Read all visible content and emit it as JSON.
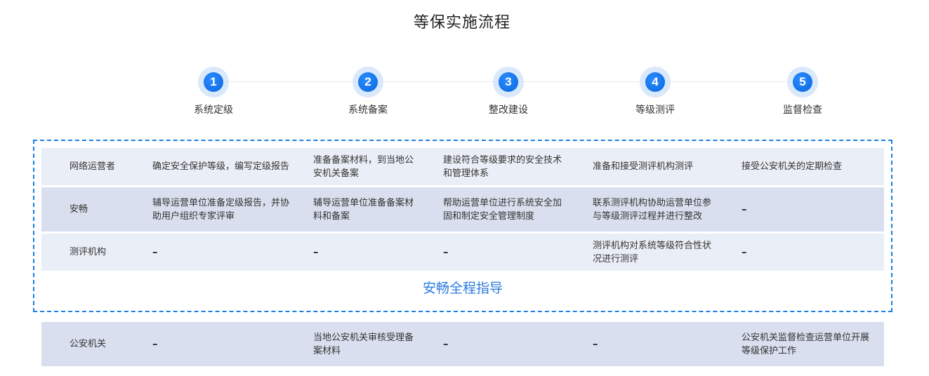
{
  "title": "等保实施流程",
  "accent_color": "#1e7fe0",
  "steps": [
    {
      "num": "1",
      "label": "系统定级"
    },
    {
      "num": "2",
      "label": "系统备案"
    },
    {
      "num": "3",
      "label": "整改建设"
    },
    {
      "num": "4",
      "label": "等级测评"
    },
    {
      "num": "5",
      "label": "监督检查"
    }
  ],
  "rows": [
    {
      "role": "网络运营者",
      "cells": [
        "确定安全保护等级，编写定级报告",
        "准备备案材料，到当地公安机关备案",
        "建设符合等级要求的安全技术和管理体系",
        "准备和接受测评机构测评",
        "接受公安机关的定期检查"
      ]
    },
    {
      "role": "安畅",
      "cells": [
        "辅导运营单位准备定级报告，并协助用户组织专家评审",
        "辅导运营单位准备备案材料和备案",
        "帮助运营单位进行系统安全加固和制定安全管理制度",
        "联系测评机构协助运营单位参与等级测评过程并进行整改",
        "–"
      ]
    },
    {
      "role": "测评机构",
      "cells": [
        "–",
        "–",
        "–",
        "测评机构对系统等级符合性状况进行测评",
        "–"
      ]
    },
    {
      "role": "公安机关",
      "cells": [
        "–",
        "当地公安机关审核受理备案材料",
        "–",
        "–",
        "公安机关监督检查运营单位开展等级保护工作"
      ]
    }
  ],
  "guide_text": "安畅全程指导"
}
